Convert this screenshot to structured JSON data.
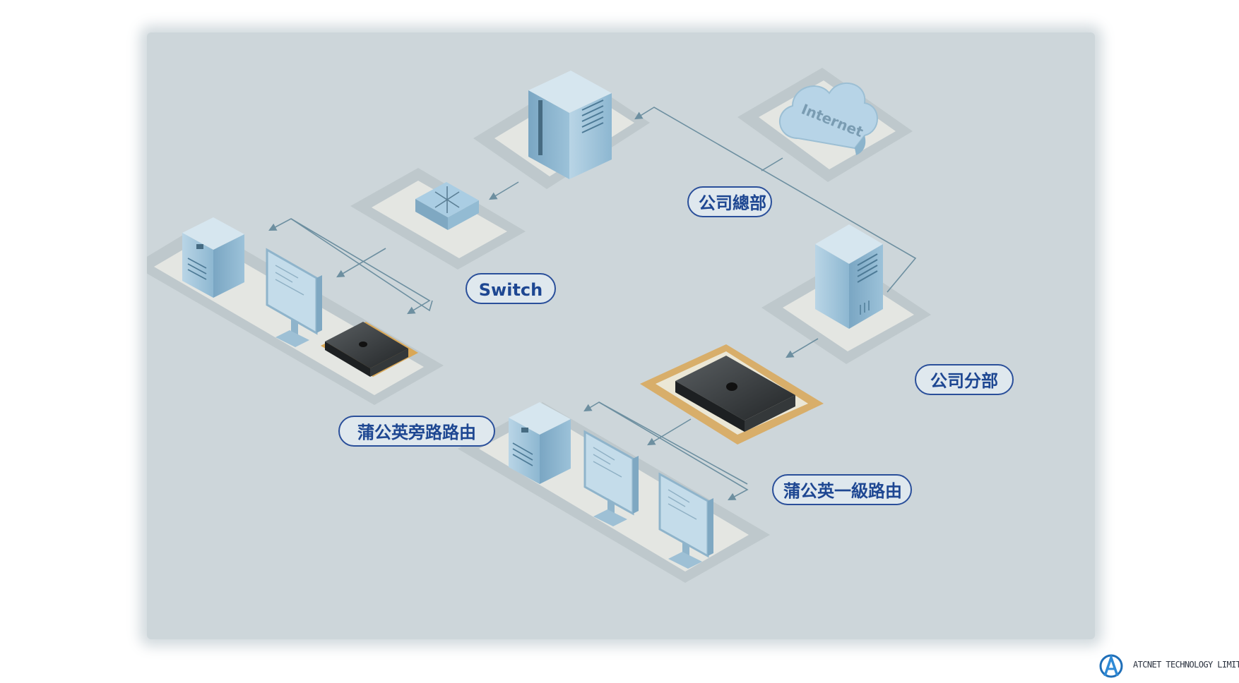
{
  "nodes": {
    "hq": "公司總部",
    "switch": "Switch",
    "branch": "公司分部",
    "bypass_router": "蒲公英旁路路由",
    "primary_router": "蒲公英一級路由",
    "cloud": "Internet"
  },
  "logo": {
    "text": "ATCNET TECHNOLOGY LIMITED"
  },
  "colors": {
    "background": "#cdd6da",
    "label_border": "#2a4f9a",
    "label_text": "#1e4792",
    "device_blue": "#9ec4dc",
    "router_dark": "#2e3234",
    "connector": "#6d8fa0"
  }
}
